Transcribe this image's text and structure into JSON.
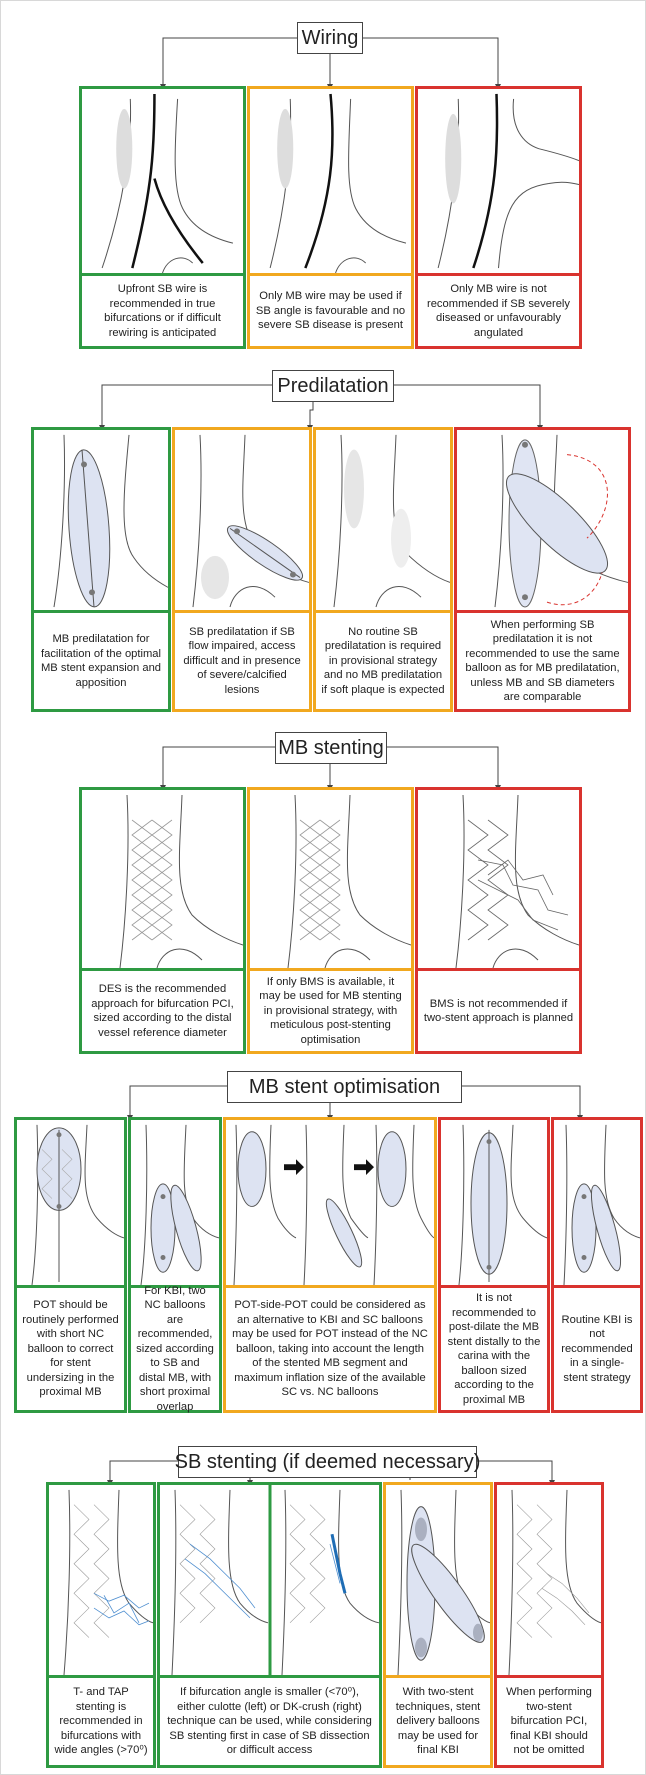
{
  "colors": {
    "recommended": "#2e9a42",
    "conditional": "#f1a81f",
    "not_recommended": "#d9332e"
  },
  "sections": {
    "wiring": {
      "title": "Wiring",
      "cards": [
        {
          "color": "green",
          "caption": "Upfront SB wire is recommended in true bifurcations or if difficult rewiring is anticipated"
        },
        {
          "color": "orange",
          "caption": "Only MB wire may be used if SB angle is favourable and no severe SB disease is present"
        },
        {
          "color": "red",
          "caption": "Only MB wire is not recommended if SB severely diseased or unfavourably angulated"
        }
      ]
    },
    "predilatation": {
      "title": "Predilatation",
      "cards": [
        {
          "color": "green",
          "caption": "MB predilatation for facilitation of the optimal MB stent expansion and apposition"
        },
        {
          "color": "orange",
          "caption": "SB predilatation if SB flow impaired, access difficult and in presence of severe/calcified lesions"
        },
        {
          "color": "orange",
          "caption": "No routine SB predilatation is required in provisional strategy and no MB predilatation if soft plaque is expected"
        },
        {
          "color": "red",
          "caption": "When performing SB predilatation it is not recommended to use the same balloon as for MB predilatation, unless MB and SB diameters are comparable"
        }
      ]
    },
    "mb_stenting": {
      "title": "MB stenting",
      "cards": [
        {
          "color": "green",
          "caption": "DES is the recommended approach for bifurcation PCI, sized according to the distal vessel reference diameter"
        },
        {
          "color": "orange",
          "caption": "If only BMS is available, it may be used for MB stenting in provisional strategy, with meticulous post-stenting optimisation"
        },
        {
          "color": "red",
          "caption": "BMS is not recommended if two-stent approach is planned"
        }
      ]
    },
    "mb_optimisation": {
      "title": "MB stent optimisation",
      "cards": [
        {
          "color": "green",
          "caption": "POT should be routinely performed with short NC balloon to correct for stent undersizing in the proximal MB"
        },
        {
          "color": "green",
          "caption": "For KBI, two NC balloons are recommended, sized according to SB and distal MB, with short proximal overlap"
        },
        {
          "color": "orange",
          "caption": "POT-side-POT could be considered as an alternative to KBI and SC balloons may be used for POT instead of the NC balloon, taking into account the length of the stented MB segment and maximum inflation size of the available SC vs. NC balloons"
        },
        {
          "color": "red",
          "caption": "It is not recommended to post-dilate the MB stent distally to the carina with the balloon sized according to the proximal MB"
        },
        {
          "color": "red",
          "caption": "Routine KBI is not recommended in a single-stent strategy"
        }
      ]
    },
    "sb_stenting": {
      "title": "SB stenting (if deemed necessary)",
      "cards": [
        {
          "color": "green",
          "caption": "T- and TAP stenting is recommended in bifurcations with wide angles (>70⁰)"
        },
        {
          "color": "green",
          "caption": "If bifurcation angle is smaller (<70⁰), either culotte (left) or DK-crush (right) technique can be used, while considering SB stenting first in case of SB dissection or difficult access"
        },
        {
          "color": "orange",
          "caption": "With two-stent techniques, stent delivery balloons may be used for final KBI"
        },
        {
          "color": "red",
          "caption": "When performing two-stent bifurcation PCI, final KBI should not be omitted"
        }
      ]
    }
  }
}
